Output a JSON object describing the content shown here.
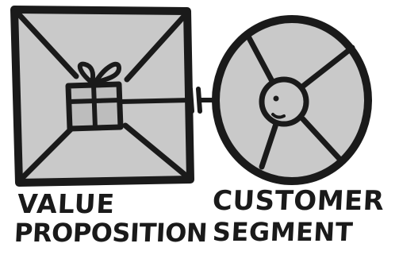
{
  "value_proposition": {
    "label_line1": "VALUE",
    "label_line2": "PROPOSITION",
    "icon": "gift-icon"
  },
  "customer_segment": {
    "label_line1": "CUSTOMER",
    "label_line2": "SEGMENT",
    "icon": "face-icon"
  },
  "connector": {
    "icon": "plug-connector-icon"
  },
  "colors": {
    "fill": "#c9c9c9",
    "stroke": "#1a1a1a",
    "background": "#ffffff"
  }
}
